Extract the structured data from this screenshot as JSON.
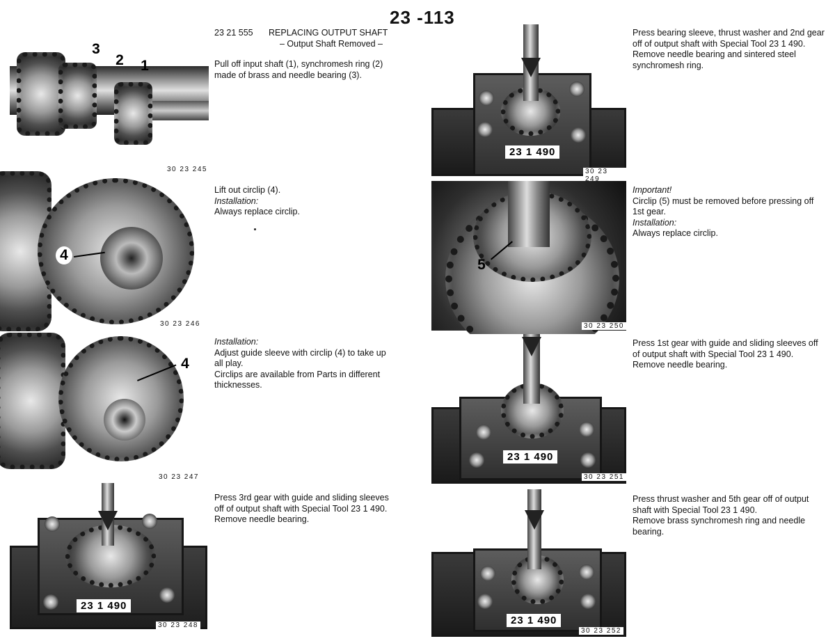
{
  "page": {
    "number": "23 -113"
  },
  "header": {
    "code": "23 21 555",
    "title": "REPLACING OUTPUT SHAFT",
    "subtitle": "– Output Shaft Removed –"
  },
  "steps": [
    {
      "lines": [
        "Pull off input shaft (1), synchromesh ring (2)",
        "made of brass and needle bearing (3)."
      ],
      "figure": {
        "id": "30 23 245",
        "callouts": [
          "3",
          "2",
          "1"
        ]
      }
    },
    {
      "lines": [
        "Lift out circlip (4)."
      ],
      "installation_label": "Installation:",
      "installation_lines": [
        "Always replace circlip."
      ],
      "figure": {
        "id": "30 23 246",
        "callouts": [
          "4"
        ]
      }
    },
    {
      "installation_label": "Installation:",
      "installation_lines": [
        "Adjust guide sleeve with circlip (4) to take up",
        "all play.",
        "Circlips are available from Parts in different",
        "thicknesses."
      ],
      "figure": {
        "id": "30 23 247",
        "callouts": [
          "4"
        ]
      }
    },
    {
      "lines": [
        "Press 3rd gear with guide and sliding sleeves",
        "off of output shaft with Special Tool 23 1 490.",
        "Remove needle bearing."
      ],
      "figure": {
        "id": "30 23 248",
        "tool_label": "23 1 490"
      }
    },
    {
      "lines": [
        "Press bearing sleeve, thrust washer and 2nd gear",
        "off of output shaft with Special Tool 23 1 490.",
        "Remove needle bearing and sintered steel",
        "synchromesh ring."
      ],
      "figure": {
        "id": "30 23 249",
        "tool_label": "23 1 490"
      }
    },
    {
      "important_label": "Important!",
      "lines": [
        "Circlip (5) must be removed before pressing off",
        "1st gear."
      ],
      "installation_label": "Installation:",
      "installation_lines": [
        "Always replace circlip."
      ],
      "figure": {
        "id": "30 23 250",
        "callouts": [
          "5"
        ]
      }
    },
    {
      "lines": [
        "Press 1st gear with guide and sliding sleeves off",
        "of output shaft with Special Tool 23 1 490.",
        "Remove needle bearing."
      ],
      "figure": {
        "id": "30 23 251",
        "tool_label": "23 1 490"
      }
    },
    {
      "lines": [
        "Press thrust washer and 5th gear off of output",
        "shaft with Special Tool 23 1 490.",
        "Remove brass synchromesh ring and needle",
        "bearing."
      ],
      "figure": {
        "id": "30 23 252",
        "tool_label": "23 1 490"
      }
    }
  ]
}
